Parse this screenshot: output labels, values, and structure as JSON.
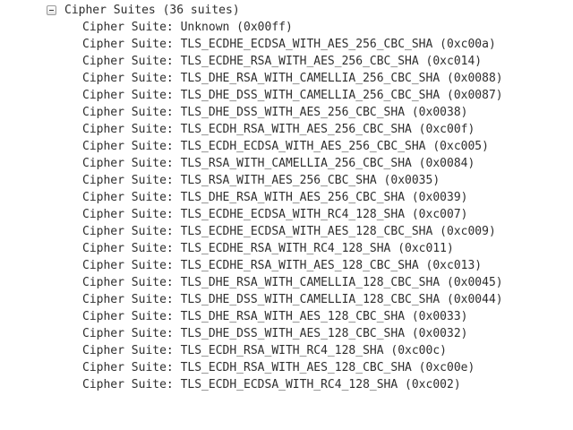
{
  "tree": {
    "group_label": "Cipher Suites (36 suites)",
    "toggle_icon": "collapse-minus-icon",
    "items": [
      "Cipher Suite: Unknown (0x00ff)",
      "Cipher Suite: TLS_ECDHE_ECDSA_WITH_AES_256_CBC_SHA (0xc00a)",
      "Cipher Suite: TLS_ECDHE_RSA_WITH_AES_256_CBC_SHA (0xc014)",
      "Cipher Suite: TLS_DHE_RSA_WITH_CAMELLIA_256_CBC_SHA (0x0088)",
      "Cipher Suite: TLS_DHE_DSS_WITH_CAMELLIA_256_CBC_SHA (0x0087)",
      "Cipher Suite: TLS_DHE_DSS_WITH_AES_256_CBC_SHA (0x0038)",
      "Cipher Suite: TLS_ECDH_RSA_WITH_AES_256_CBC_SHA (0xc00f)",
      "Cipher Suite: TLS_ECDH_ECDSA_WITH_AES_256_CBC_SHA (0xc005)",
      "Cipher Suite: TLS_RSA_WITH_CAMELLIA_256_CBC_SHA (0x0084)",
      "Cipher Suite: TLS_RSA_WITH_AES_256_CBC_SHA (0x0035)",
      "Cipher Suite: TLS_DHE_RSA_WITH_AES_256_CBC_SHA (0x0039)",
      "Cipher Suite: TLS_ECDHE_ECDSA_WITH_RC4_128_SHA (0xc007)",
      "Cipher Suite: TLS_ECDHE_ECDSA_WITH_AES_128_CBC_SHA (0xc009)",
      "Cipher Suite: TLS_ECDHE_RSA_WITH_RC4_128_SHA (0xc011)",
      "Cipher Suite: TLS_ECDHE_RSA_WITH_AES_128_CBC_SHA (0xc013)",
      "Cipher Suite: TLS_DHE_RSA_WITH_CAMELLIA_128_CBC_SHA (0x0045)",
      "Cipher Suite: TLS_DHE_DSS_WITH_CAMELLIA_128_CBC_SHA (0x0044)",
      "Cipher Suite: TLS_DHE_RSA_WITH_AES_128_CBC_SHA (0x0033)",
      "Cipher Suite: TLS_DHE_DSS_WITH_AES_128_CBC_SHA (0x0032)",
      "Cipher Suite: TLS_ECDH_RSA_WITH_RC4_128_SHA (0xc00c)",
      "Cipher Suite: TLS_ECDH_RSA_WITH_AES_128_CBC_SHA (0xc00e)",
      "Cipher Suite: TLS_ECDH_ECDSA_WITH_RC4_128_SHA (0xc002)"
    ]
  }
}
